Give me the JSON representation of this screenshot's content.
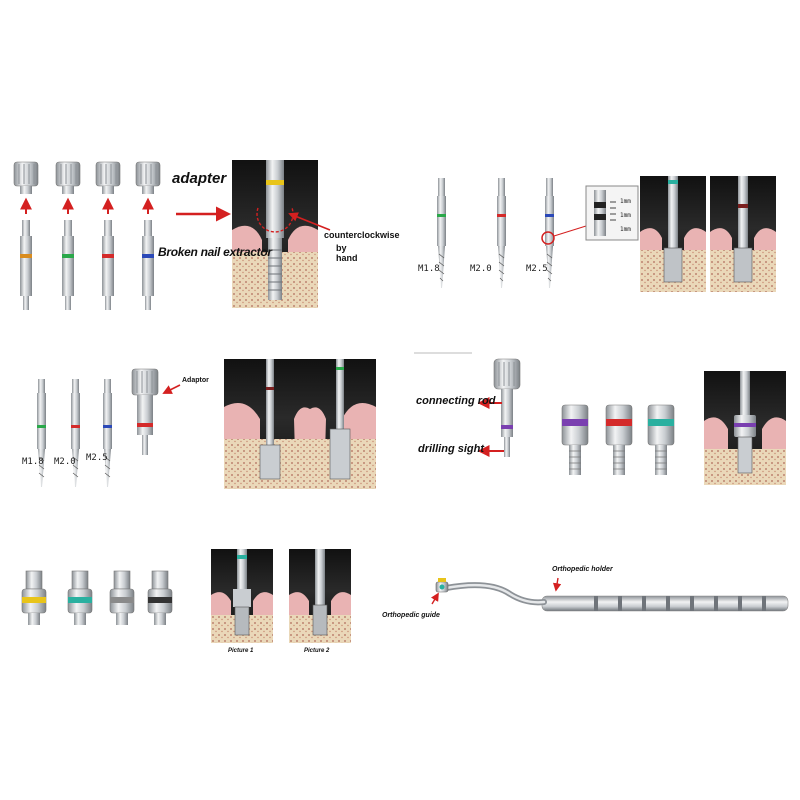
{
  "panel1": {
    "adapter_label": "adapter",
    "extractor_label": "Broken nail extractor",
    "ccw_line1": "counterclockwise",
    "ccw_line2": "by hand",
    "ring_colors": [
      "#d98c1f",
      "#2aa84a",
      "#d42a2a",
      "#2b49b8"
    ]
  },
  "panel2": {
    "sizes": [
      "M1.8",
      "M2.0",
      "M2.5"
    ],
    "ring_colors": [
      "#2aa84a",
      "#d42a2a",
      "#2b49b8"
    ],
    "mm_labels": [
      "1mm",
      "1mm",
      "1mm"
    ]
  },
  "panel3": {
    "sizes": [
      "M1.8",
      "M2.0",
      "M2.5"
    ],
    "ring_colors": [
      "#2aa84a",
      "#d42a2a",
      "#2b49b8"
    ],
    "adaptor_label": "Adaptor"
  },
  "panel4": {
    "connecting_rod_label": "connecting rod",
    "drilling_sight_label": "drilling sight",
    "ring_colors": [
      "#7a3fb0",
      "#d42a2a",
      "#2ab0a0"
    ]
  },
  "panel5": {
    "ring_colors": [
      "#e8c41a",
      "#2ab0a0",
      "#8a8a8a",
      "#333333"
    ],
    "picture1_label": "Picture 1",
    "picture2_label": "Picture 2"
  },
  "panel6": {
    "holder_label": "Orthopedic holder",
    "guide_label": "Orthopedic guide"
  },
  "colors": {
    "arrow_red": "#d42020",
    "metal_light": "#e6e8ea",
    "metal_mid": "#b8bcc0",
    "metal_dark": "#7c8186",
    "gum_pink": "#e9b3b3",
    "bone": "#e8d6b8",
    "scene_dark": "#1a1a1a"
  }
}
